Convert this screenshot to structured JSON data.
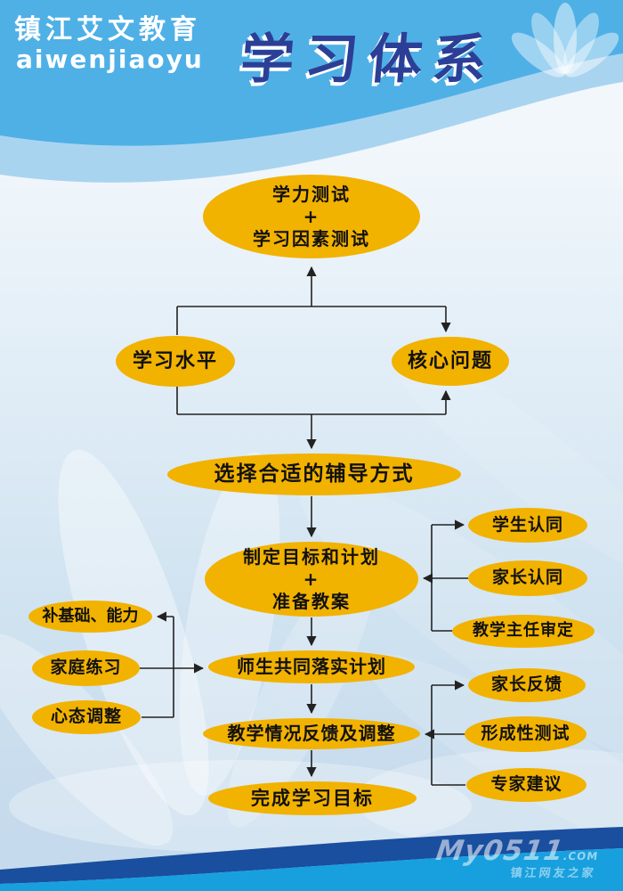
{
  "header": {
    "brand": "镇江艾文教育",
    "brand_pinyin": "aiwenjiaoyu",
    "title": "学习体系"
  },
  "flowchart": {
    "nodes": {
      "assessment": {
        "lines": [
          "学力测试",
          "+",
          "学习因素测试"
        ]
      },
      "study_level": {
        "label": "学习水平"
      },
      "core_problem": {
        "label": "核心问题"
      },
      "choose_method": {
        "label": "选择合适的辅导方式"
      },
      "plan": {
        "lines": [
          "制定目标和计划",
          "+",
          "准备教案"
        ]
      },
      "student_agree": {
        "label": "学生认同"
      },
      "parent_agree": {
        "label": "家长认同"
      },
      "director_review": {
        "label": "教学主任审定"
      },
      "foundation": {
        "label": "补基础、能力"
      },
      "home_practice": {
        "label": "家庭练习"
      },
      "mindset": {
        "label": "心态调整"
      },
      "implement": {
        "label": "师生共同落实计划"
      },
      "feedback": {
        "label": "教学情况反馈及调整"
      },
      "parent_feedback": {
        "label": "家长反馈"
      },
      "formative_test": {
        "label": "形成性测试"
      },
      "expert_advice": {
        "label": "专家建议"
      },
      "goal": {
        "label": "完成学习目标"
      }
    }
  },
  "watermark": {
    "brand": "My0511",
    "domain": ".COM",
    "site": "镇江网友之家"
  },
  "colors": {
    "header_blue": "#4FB0E6",
    "header_ribbon": "#A9D4F0",
    "title_blue": "#2C3F96",
    "node_fill": "#F2B200",
    "node_text": "#111111",
    "connector": "#222222",
    "footer_navy": "#1A4E9E",
    "footer_blue": "#18A0DE"
  }
}
